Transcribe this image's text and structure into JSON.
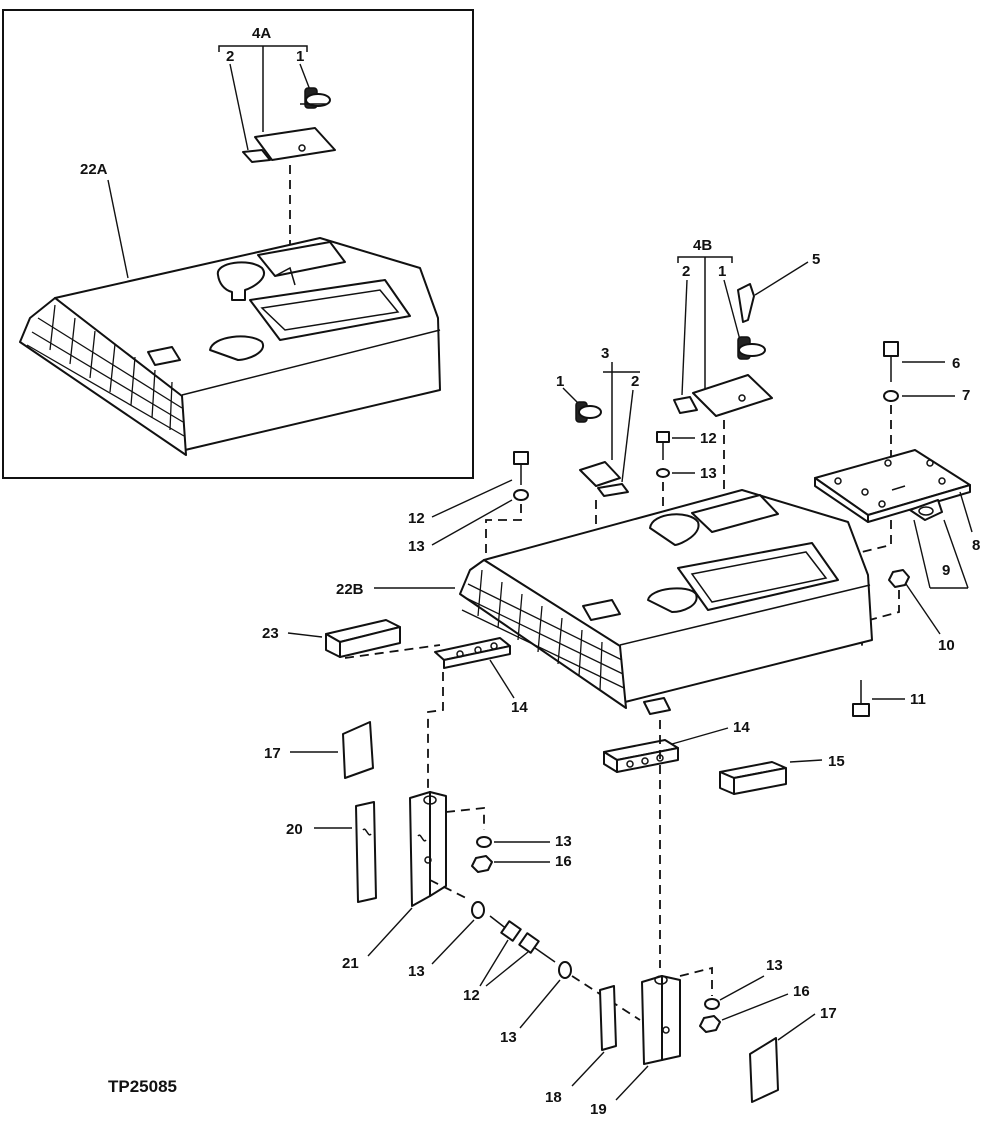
{
  "figure_id": "TP25085",
  "callouts": {
    "c4A": "4A",
    "c4B": "4B",
    "c22A": "22A",
    "c22B": "22B",
    "c1a": "1",
    "c2a": "2",
    "c1b": "1",
    "c2b": "2",
    "c3": "3",
    "c1c": "1",
    "c2c": "2",
    "c5": "5",
    "c6": "6",
    "c7": "7",
    "c8": "8",
    "c9": "9",
    "c10": "10",
    "c11": "11",
    "c12a": "12",
    "c13a": "13",
    "c12b": "12",
    "c13b": "13",
    "c14a": "14",
    "c14b": "14",
    "c15": "15",
    "c17a": "17",
    "c17b": "17",
    "c20": "20",
    "c21": "21",
    "c13c": "13",
    "c16a": "16",
    "c13d": "13",
    "c12c": "12",
    "c13e": "13",
    "c18": "18",
    "c19": "19",
    "c13f": "13",
    "c16b": "16",
    "c23": "23"
  }
}
